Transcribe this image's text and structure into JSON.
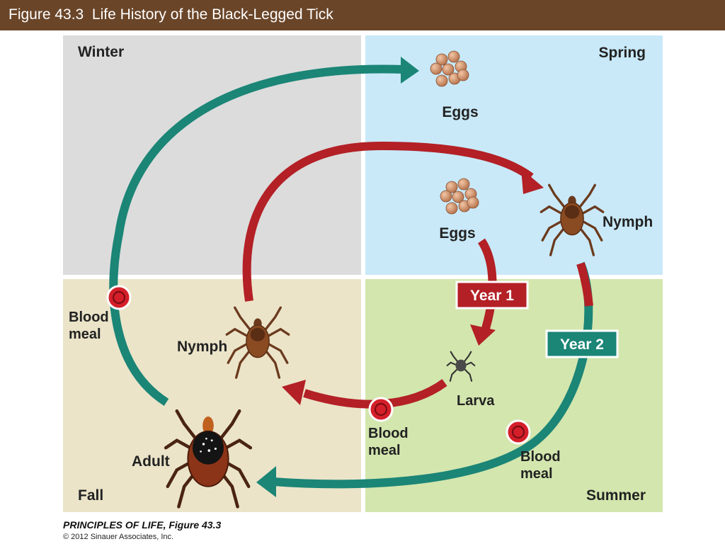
{
  "header": {
    "title": "Figure 43.3  Life History of the Black-Legged Tick"
  },
  "seasons": {
    "winter": "Winter",
    "spring": "Spring",
    "fall": "Fall",
    "summer": "Summer"
  },
  "stages": {
    "eggs_top": "Eggs",
    "eggs_mid": "Eggs",
    "nymph_right": "Nymph",
    "nymph_left": "Nymph",
    "larva": "Larva",
    "adult": "Adult"
  },
  "years": {
    "year1": "Year 1",
    "year2": "Year 2"
  },
  "blood_meal": {
    "line1": "Blood",
    "line2": "meal"
  },
  "footer": {
    "book": "PRINCIPLES OF LIFE, Figure 43.3",
    "copyright": "© 2012 Sinauer Associates, Inc."
  },
  "colors": {
    "winter_bg": "#dcdcdc",
    "spring_bg": "#c9e9f8",
    "fall_bg": "#ebe4c9",
    "summer_bg": "#d3e6ae",
    "year1": "#b32026",
    "year2": "#1b8576",
    "header_bg": "#6a4528"
  },
  "icons": {
    "blood_meal": "blood-drop-icon",
    "egg": "egg-icon",
    "tick": "tick-icon"
  }
}
